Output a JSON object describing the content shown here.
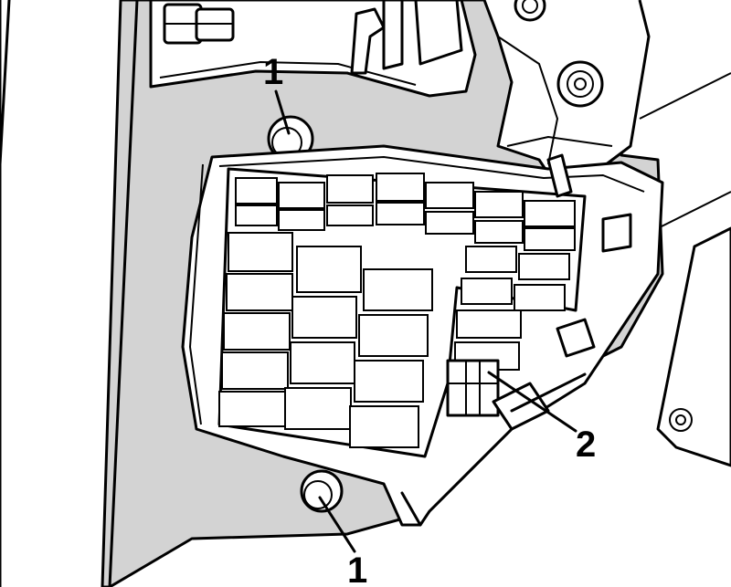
{
  "callouts": {
    "bolt_top": "1",
    "bolt_bottom": "1",
    "connector": "2"
  },
  "colors": {
    "panel_fill": "#d3d3d3",
    "line": "#000000",
    "background": "#ffffff"
  }
}
